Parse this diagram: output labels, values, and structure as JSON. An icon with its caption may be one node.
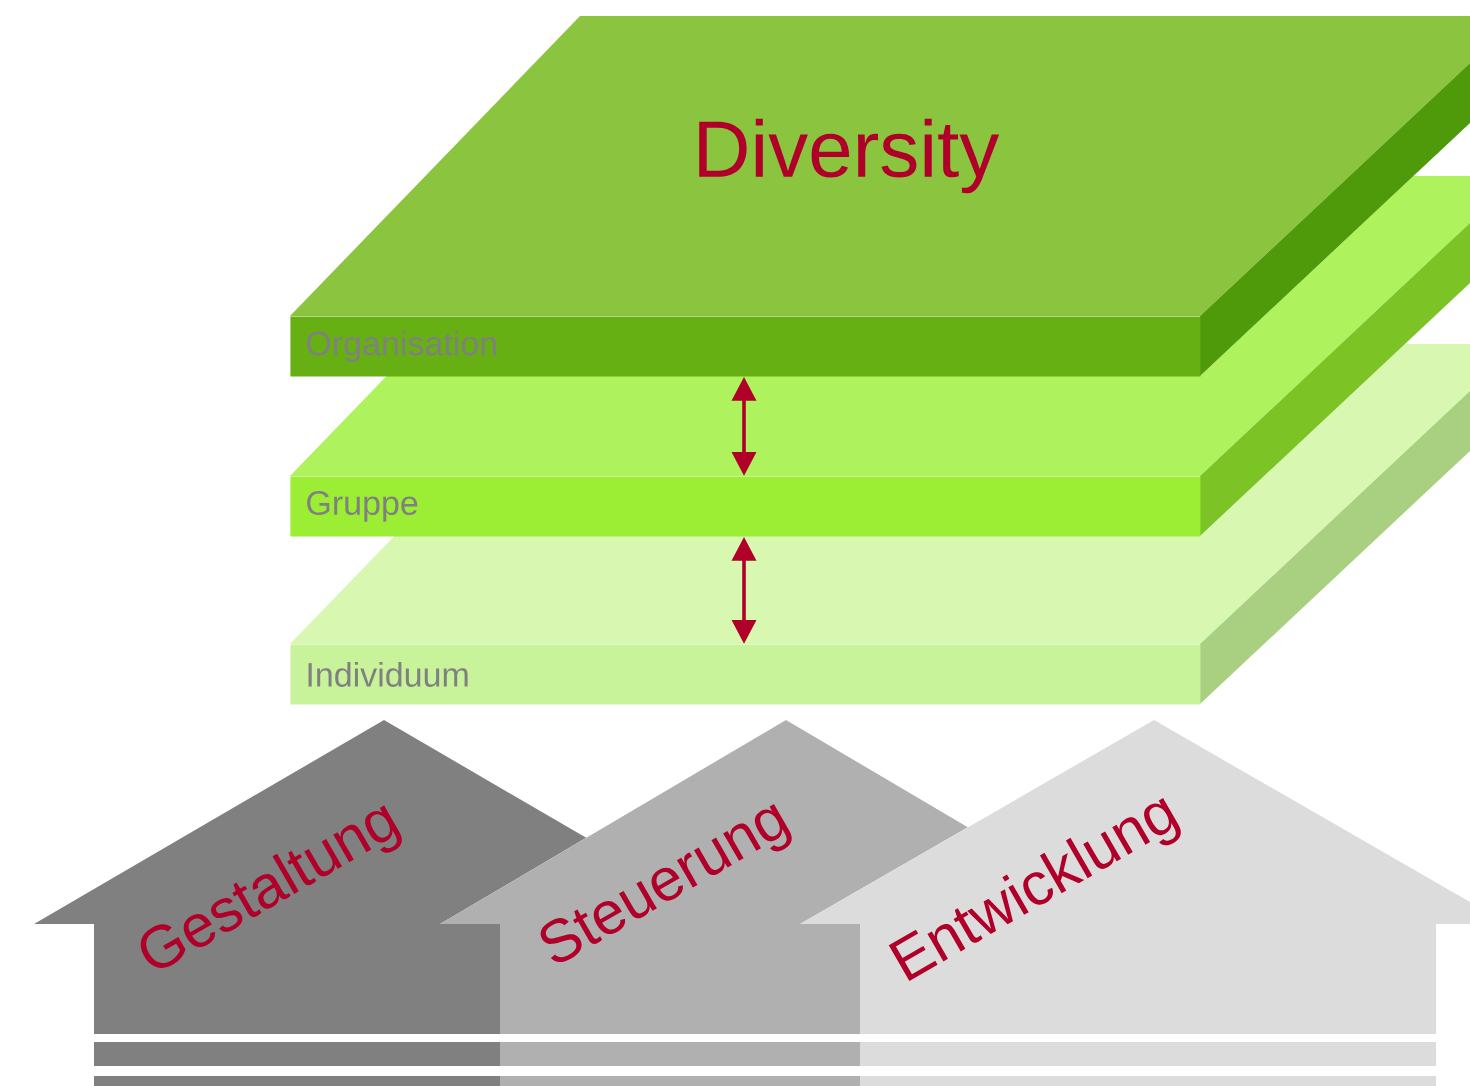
{
  "diagram": {
    "nodes": [
      {
        "text": [
          "Diversity",
          "Organisation"
        ]
      },
      {
        "text": [
          "Gruppe"
        ]
      },
      {
        "text": [
          "Individuum"
        ]
      },
      {
        "text": [
          "Gestaltung"
        ]
      },
      {
        "text": [
          "Steuerung"
        ]
      },
      {
        "text": [
          "Entwicklung"
        ]
      }
    ],
    "edges": [
      {
        "from": 0,
        "to": 1,
        "arrow": "both"
      },
      {
        "from": 1,
        "to": 2,
        "arrow": "both"
      }
    ]
  }
}
